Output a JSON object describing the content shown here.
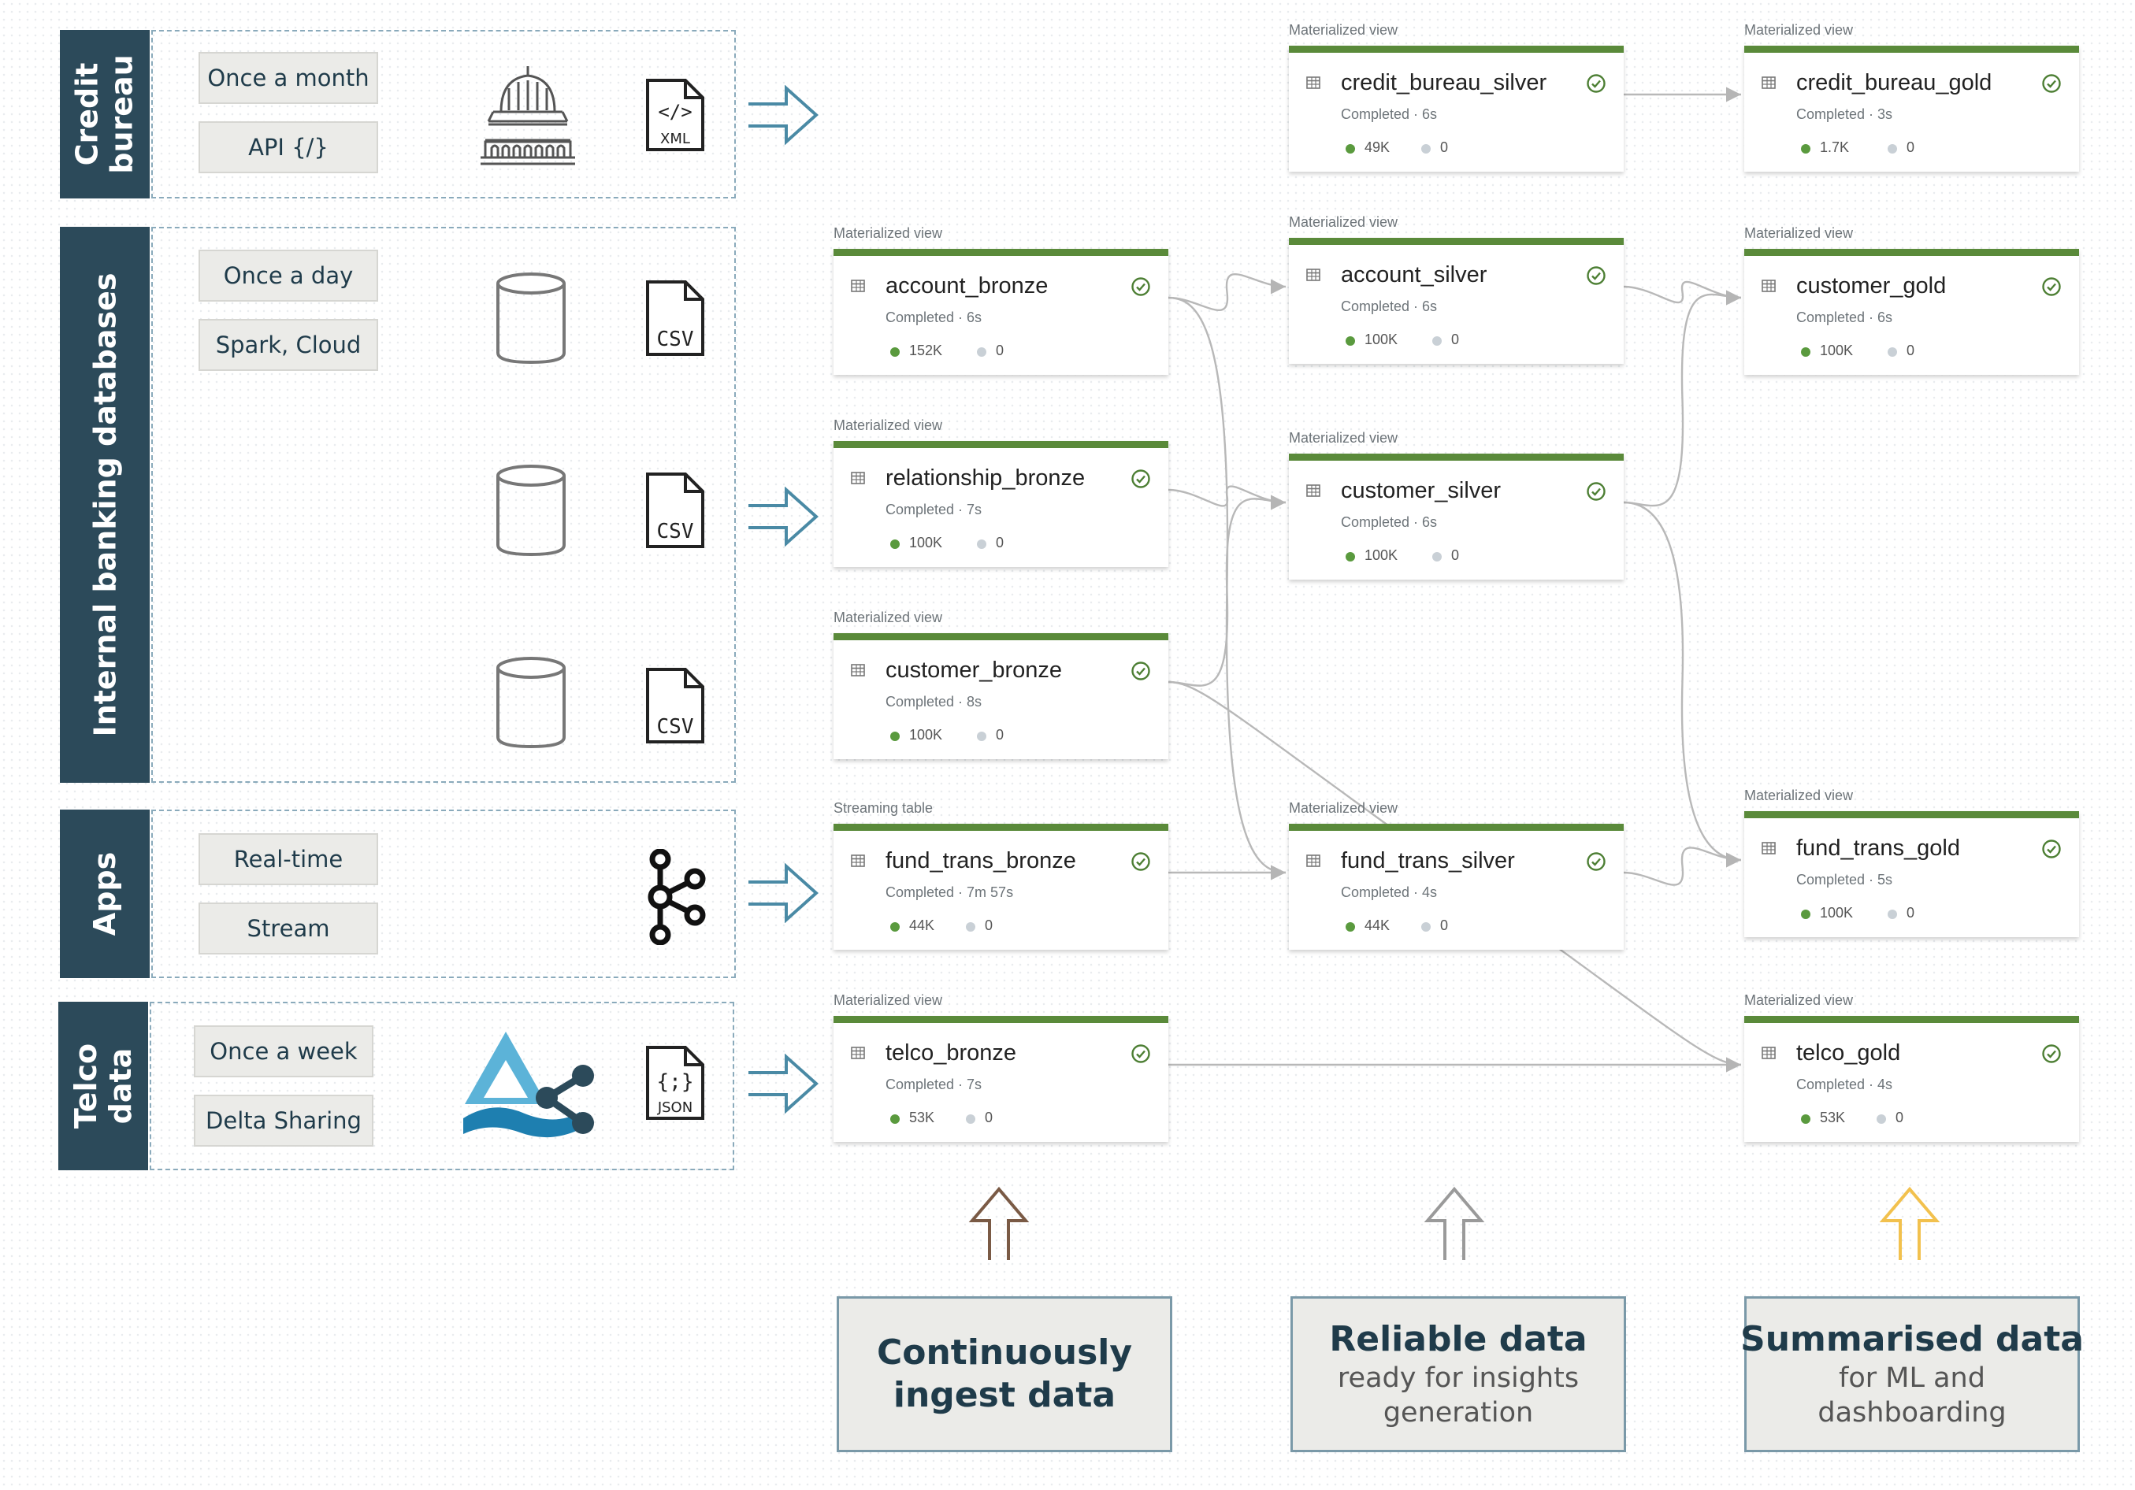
{
  "sources": [
    {
      "label": "Credit\nbureau",
      "tags": [
        "Once a month",
        "API {/}"
      ],
      "format": "XML",
      "icons": [
        "government-building-icon",
        "xml-file-icon"
      ]
    },
    {
      "label": "Internal banking databases",
      "tags": [
        "Once a day",
        "Spark, Cloud"
      ],
      "format": "CSV",
      "icons": [
        "database-icon",
        "csv-file-icon"
      ]
    },
    {
      "label": "Apps",
      "tags": [
        "Real-time",
        "Stream"
      ],
      "icons": [
        "kafka-icon"
      ]
    },
    {
      "label": "Telco\ndata",
      "tags": [
        "Once a week",
        "Delta Sharing"
      ],
      "format": "JSON",
      "icons": [
        "delta-sharing-icon",
        "json-file-icon"
      ]
    }
  ],
  "nodes": {
    "credit_bureau_silver": {
      "type": "Materialized view",
      "name": "credit_bureau_silver",
      "status": "Completed · 6s",
      "rows": "49K",
      "dropped": "0"
    },
    "credit_bureau_gold": {
      "type": "Materialized view",
      "name": "credit_bureau_gold",
      "status": "Completed · 3s",
      "rows": "1.7K",
      "dropped": "0"
    },
    "account_bronze": {
      "type": "Materialized view",
      "name": "account_bronze",
      "status": "Completed · 6s",
      "rows": "152K",
      "dropped": "0"
    },
    "account_silver": {
      "type": "Materialized view",
      "name": "account_silver",
      "status": "Completed · 6s",
      "rows": "100K",
      "dropped": "0"
    },
    "customer_gold": {
      "type": "Materialized view",
      "name": "customer_gold",
      "status": "Completed · 6s",
      "rows": "100K",
      "dropped": "0"
    },
    "relationship_bronze": {
      "type": "Materialized view",
      "name": "relationship_bronze",
      "status": "Completed · 7s",
      "rows": "100K",
      "dropped": "0"
    },
    "customer_silver": {
      "type": "Materialized view",
      "name": "customer_silver",
      "status": "Completed · 6s",
      "rows": "100K",
      "dropped": "0"
    },
    "customer_bronze": {
      "type": "Materialized view",
      "name": "customer_bronze",
      "status": "Completed · 8s",
      "rows": "100K",
      "dropped": "0"
    },
    "fund_trans_bronze": {
      "type": "Streaming table",
      "name": "fund_trans_bronze",
      "status": "Completed · 7m 57s",
      "rows": "44K",
      "dropped": "0"
    },
    "fund_trans_silver": {
      "type": "Materialized view",
      "name": "fund_trans_silver",
      "status": "Completed · 4s",
      "rows": "44K",
      "dropped": "0"
    },
    "fund_trans_gold": {
      "type": "Materialized view",
      "name": "fund_trans_gold",
      "status": "Completed · 5s",
      "rows": "100K",
      "dropped": "0"
    },
    "telco_bronze": {
      "type": "Materialized view",
      "name": "telco_bronze",
      "status": "Completed · 7s",
      "rows": "53K",
      "dropped": "0"
    },
    "telco_gold": {
      "type": "Materialized view",
      "name": "telco_gold",
      "status": "Completed · 4s",
      "rows": "53K",
      "dropped": "0"
    }
  },
  "edges": [
    [
      "credit_bureau_silver",
      "credit_bureau_gold"
    ],
    [
      "account_bronze",
      "account_silver"
    ],
    [
      "account_bronze",
      "fund_trans_silver"
    ],
    [
      "account_silver",
      "customer_gold"
    ],
    [
      "relationship_bronze",
      "customer_silver"
    ],
    [
      "customer_bronze",
      "customer_silver"
    ],
    [
      "customer_bronze",
      "telco_gold"
    ],
    [
      "customer_silver",
      "customer_gold"
    ],
    [
      "customer_silver",
      "fund_trans_gold"
    ],
    [
      "fund_trans_bronze",
      "fund_trans_silver"
    ],
    [
      "fund_trans_silver",
      "fund_trans_gold"
    ],
    [
      "telco_bronze",
      "telco_gold"
    ]
  ],
  "captions": [
    {
      "title": "Continuously\ningest data",
      "subtitle": ""
    },
    {
      "title": "Reliable data",
      "subtitle": "ready for insights\ngeneration"
    },
    {
      "title": "Summarised data",
      "subtitle": "for ML and\ndashboarding"
    }
  ],
  "colors": {
    "label_bar": "#2c4a5a",
    "node_accent": "#5a8a3a",
    "bronze_arrow": "#7a5a45",
    "silver_arrow": "#9a9a9a",
    "gold_arrow": "#f2c14e",
    "ingest_arrow": "#4a8aa5"
  }
}
